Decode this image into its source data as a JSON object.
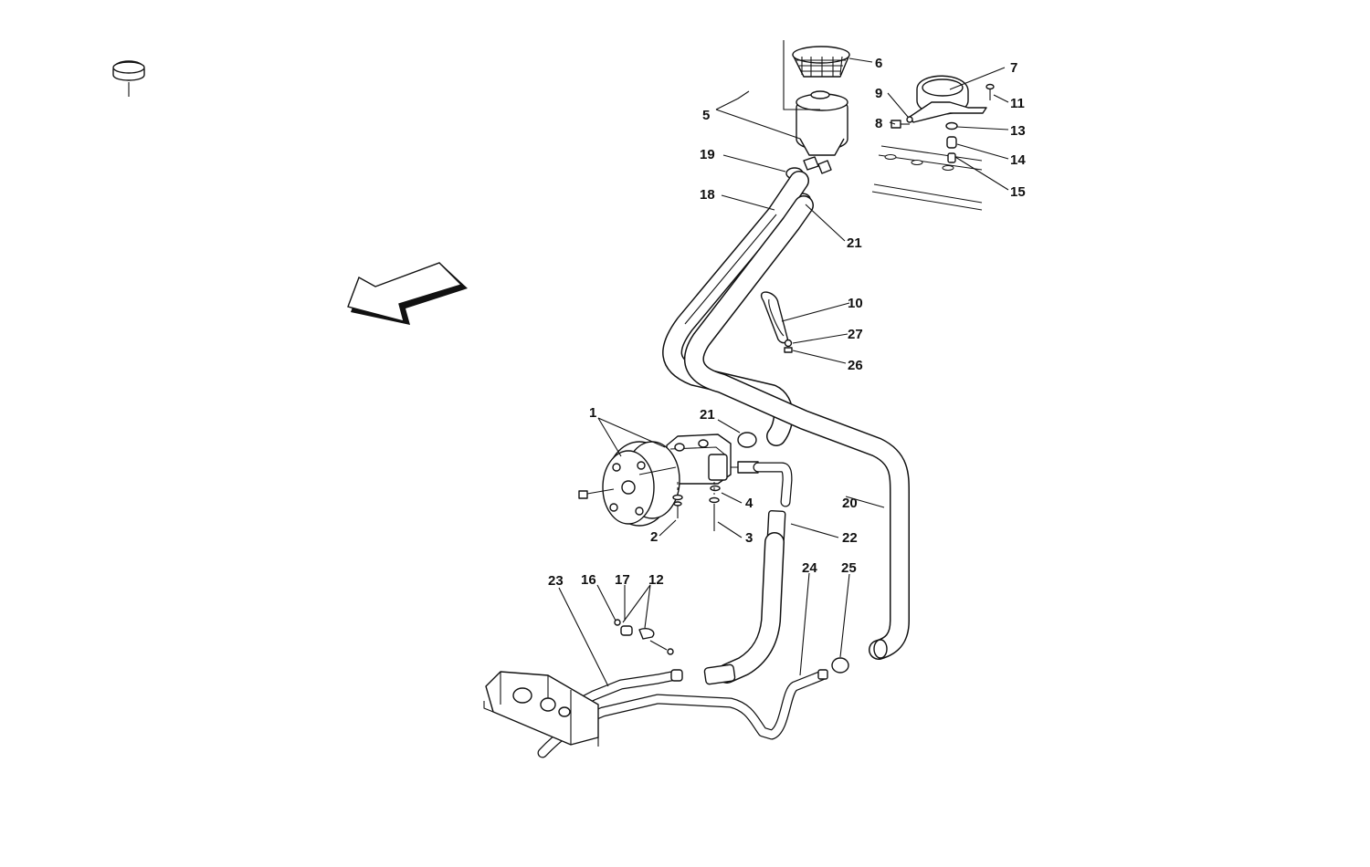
{
  "callouts": [
    {
      "id": "1",
      "text": "1"
    },
    {
      "id": "2",
      "text": "2"
    },
    {
      "id": "3",
      "text": "3"
    },
    {
      "id": "4",
      "text": "4"
    },
    {
      "id": "5",
      "text": "5"
    },
    {
      "id": "6",
      "text": "6"
    },
    {
      "id": "7",
      "text": "7"
    },
    {
      "id": "8",
      "text": "8"
    },
    {
      "id": "9",
      "text": "9"
    },
    {
      "id": "10",
      "text": "10"
    },
    {
      "id": "11",
      "text": "11"
    },
    {
      "id": "12",
      "text": "12"
    },
    {
      "id": "13",
      "text": "13"
    },
    {
      "id": "14",
      "text": "14"
    },
    {
      "id": "15",
      "text": "15"
    },
    {
      "id": "16",
      "text": "16"
    },
    {
      "id": "17",
      "text": "17"
    },
    {
      "id": "18",
      "text": "18"
    },
    {
      "id": "19",
      "text": "19"
    },
    {
      "id": "20",
      "text": "20"
    },
    {
      "id": "21a",
      "text": "21"
    },
    {
      "id": "21b",
      "text": "21"
    },
    {
      "id": "22",
      "text": "22"
    },
    {
      "id": "23",
      "text": "23"
    },
    {
      "id": "24",
      "text": "24"
    },
    {
      "id": "25",
      "text": "25"
    },
    {
      "id": "26",
      "text": "26"
    },
    {
      "id": "27",
      "text": "27"
    }
  ]
}
